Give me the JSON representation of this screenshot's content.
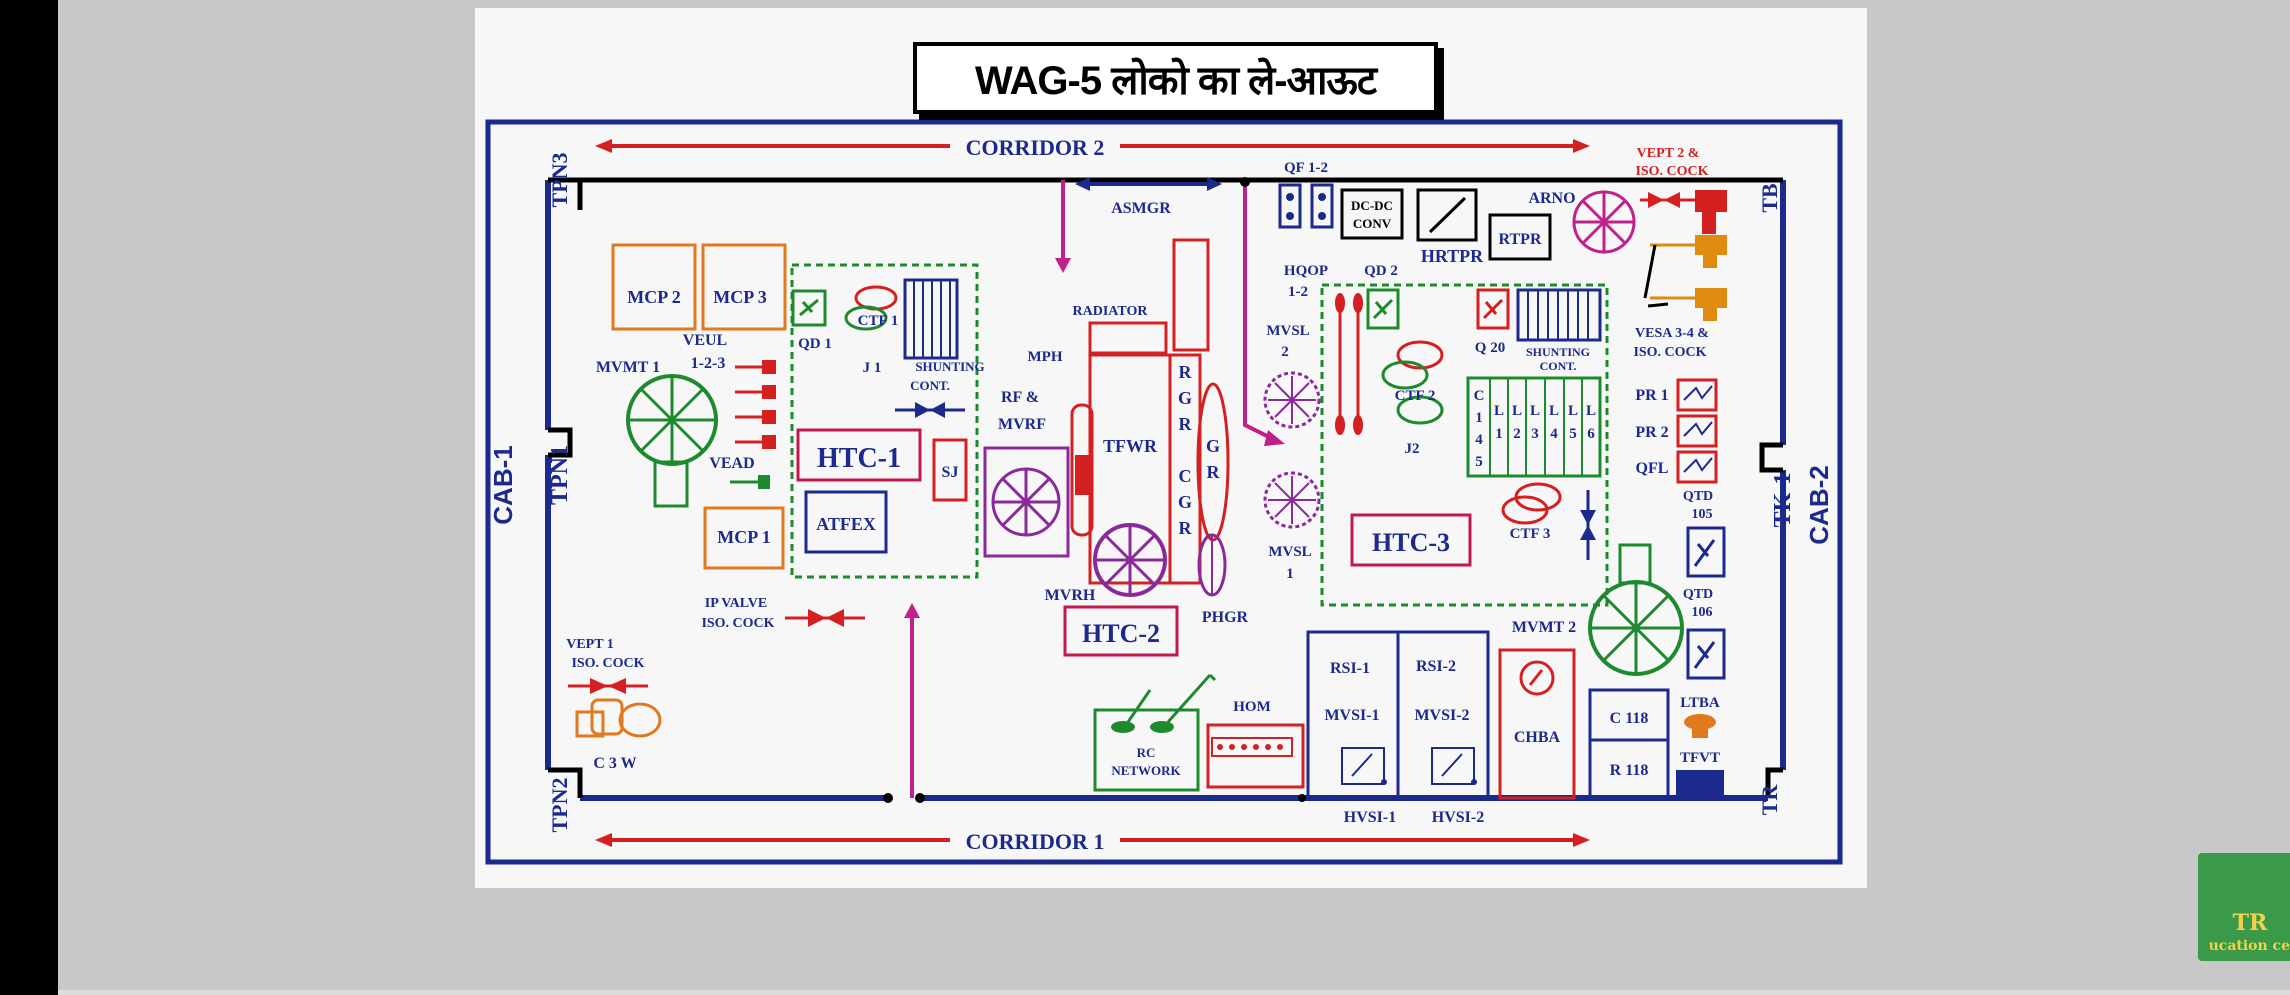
{
  "diagram": {
    "title": "WAG-5 लोको का ले-आऊट",
    "corridors": {
      "top": "CORRIDOR 2",
      "bottom": "CORRIDOR 1"
    },
    "edge_labels": {
      "tpn3": "TPN3",
      "tpn1": "TPN1",
      "cab1": "CAB-1",
      "tpn2": "TPN2",
      "tb": "TB",
      "tk1": "TK-1",
      "cab2": "CAB-2",
      "tr": "TR"
    },
    "components": {
      "mcp2": "MCP 2",
      "mcp3": "MCP 3",
      "mcp1": "MCP 1",
      "veul": "VEUL",
      "veul_num": "1-2-3",
      "mvmt1": "MVMT 1",
      "vead": "VEAD",
      "qd1": "QD 1",
      "ctf1": "CTF 1",
      "j1": "J 1",
      "shunting1_a": "SHUNTING",
      "shunting1_b": "CONT.",
      "htc1": "HTC-1",
      "sj": "SJ",
      "atfex": "ATFEX",
      "ip_valve_a": "IP VALVE",
      "ip_valve_b": "ISO. COCK",
      "vept1_a": "VEPT 1",
      "vept1_b": "ISO. COCK",
      "c3w": "C 3 W",
      "mph": "MPH",
      "rf_a": "RF &",
      "rf_b": "MVRF",
      "radiator": "RADIATOR",
      "asmgr": "ASMGR",
      "tfwr": "TFWR",
      "rgr": [
        "R",
        "G",
        "R"
      ],
      "cgr": [
        "C",
        "G",
        "R"
      ],
      "gr": [
        "G",
        "R"
      ],
      "mvrh": "MVRH",
      "phgr": "PHGR",
      "htc2": "HTC-2",
      "rc_a": "RC",
      "rc_b": "NETWORK",
      "hom": "HOM",
      "qf12": "QF 1-2",
      "dcdc_a": "DC-DC",
      "dcdc_b": "CONV",
      "hrtpr": "HRTPR",
      "rtpr": "RTPR",
      "arno": "ARNO",
      "vept2_a": "VEPT 2 &",
      "vept2_b": "ISO. COCK",
      "hqop_a": "HQOP",
      "hqop_b": "1-2",
      "qd2": "QD 2",
      "mvsl2_a": "MVSL",
      "mvsl2_b": "2",
      "mvsl1_a": "MVSL",
      "mvsl1_b": "1",
      "ctf2": "CTF 2",
      "j2": "J2",
      "q20": "Q 20",
      "shunting2_a": "SHUNTING",
      "shunting2_b": "CONT.",
      "c145": [
        "C",
        "1",
        "4",
        "5"
      ],
      "l_cols": [
        [
          "L",
          "1"
        ],
        [
          "L",
          "2"
        ],
        [
          "L",
          "3"
        ],
        [
          "L",
          "4"
        ],
        [
          "L",
          "5"
        ],
        [
          "L",
          "6"
        ]
      ],
      "ctf3": "CTF 3",
      "htc3": "HTC-3",
      "vesa_a": "VESA 3-4 &",
      "vesa_b": "ISO. COCK",
      "pr1": "PR 1",
      "pr2": "PR 2",
      "qfl": "QFL",
      "qtd105_a": "QTD",
      "qtd105_b": "105",
      "qtd106_a": "QTD",
      "qtd106_b": "106",
      "mvmt2": "MVMT 2",
      "ltba": "LTBA",
      "tfvt": "TFVT",
      "rsi1": "RSI-1",
      "mvsi1": "MVSI-1",
      "rsi2": "RSI-2",
      "mvsi2": "MVSI-2",
      "hvsi1": "HVSI-1",
      "hvsi2": "HVSI-2",
      "chba": "CHBA",
      "c118": "C 118",
      "r118": "R 118"
    }
  },
  "logo": {
    "text": "TR",
    "sub": "ucation ce"
  },
  "colors": {
    "navy": "#1b2a8c",
    "orange": "#e07a1e",
    "green": "#1e8a2e",
    "red": "#d42020",
    "purple": "#8a2a9a",
    "magenta": "#c0208a",
    "crimson": "#c0184a",
    "brown": "#7a3a10",
    "gold": "#e08a10"
  }
}
